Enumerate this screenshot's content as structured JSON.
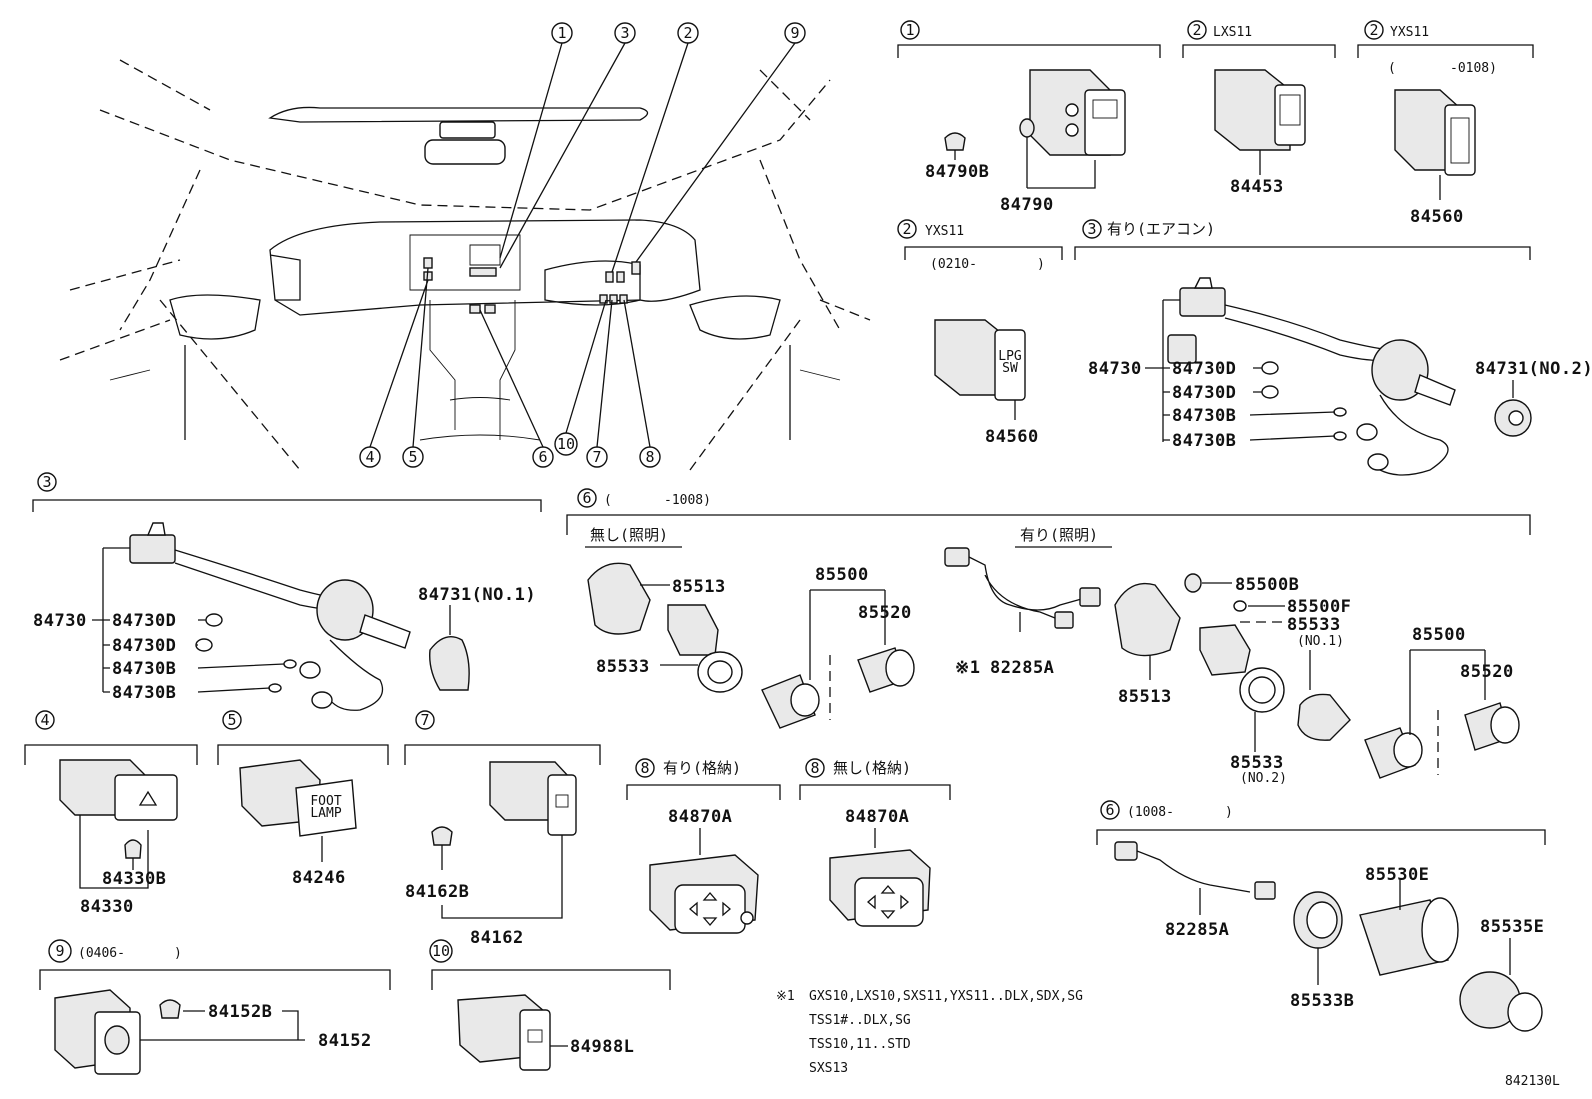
{
  "callouts": [
    "1",
    "3",
    "2",
    "9",
    "4",
    "5",
    "6",
    "10",
    "7",
    "8"
  ],
  "panel1": {
    "no": "1",
    "parts": [
      "84790B",
      "84790"
    ]
  },
  "panel2a": {
    "no": "2",
    "variant": "LXS11",
    "part": "84453"
  },
  "panel2b": {
    "no": "2",
    "variant": "YXS11",
    "range_open": "(",
    "range_end": "-0108)",
    "part": "84560"
  },
  "panel2c": {
    "no": "2",
    "variant": "YXS11",
    "range": "(0210-",
    "range_close": ")",
    "part": "84560"
  },
  "panel3a": {
    "no": "3",
    "title": "有り(エアコン)",
    "parts": [
      "84730",
      "84730D",
      "84730D",
      "84730B",
      "84730B",
      "84731(NO.2)"
    ]
  },
  "panel3b": {
    "no": "3",
    "parts": [
      "84730",
      "84730D",
      "84730D",
      "84730B",
      "84730B",
      "84731(NO.1)"
    ]
  },
  "panel6a": {
    "no": "6",
    "range_open": "(",
    "range_end": "-1008)",
    "left_title": "無し(照明)",
    "right_title": "有り(照明)",
    "left_parts": [
      "85513",
      "85533",
      "85500",
      "85520"
    ],
    "right_parts": [
      "85500B",
      "85500F",
      "85533",
      "(NO.1)",
      "※1",
      "82285A",
      "85513",
      "85533",
      "(NO.2)",
      "85500",
      "85520"
    ]
  },
  "panel6b": {
    "no": "6",
    "range": "(1008-",
    "range_close": ")",
    "parts": [
      "82285A",
      "85533B",
      "85530E",
      "85535E"
    ]
  },
  "panel4": {
    "no": "4",
    "parts": [
      "84330B",
      "84330"
    ]
  },
  "panel5": {
    "no": "5",
    "part": "84246",
    "switch_text": [
      "FOOT",
      "LAMP"
    ]
  },
  "panel7": {
    "no": "7",
    "parts": [
      "84162B",
      "84162"
    ]
  },
  "panel8a": {
    "no": "8",
    "title": "有り(格納)",
    "part": "84870A"
  },
  "panel8b": {
    "no": "8",
    "title": "無し(格納)",
    "part": "84870A"
  },
  "panel9": {
    "no": "9",
    "range": "(0406-",
    "range_close": ")",
    "parts": [
      "84152B",
      "84152"
    ]
  },
  "panel10": {
    "no": "10",
    "part": "84988L"
  },
  "switch_text_84560": [
    "LPG",
    "SW"
  ],
  "footnote": {
    "mark": "※1",
    "lines": [
      "GXS10,LXS10,SXS11,YXS11..DLX,SDX,SG",
      "TSS1#..DLX,SG",
      "TSS10,11..STD",
      "SXS13"
    ]
  },
  "diagram_code": "842130L"
}
